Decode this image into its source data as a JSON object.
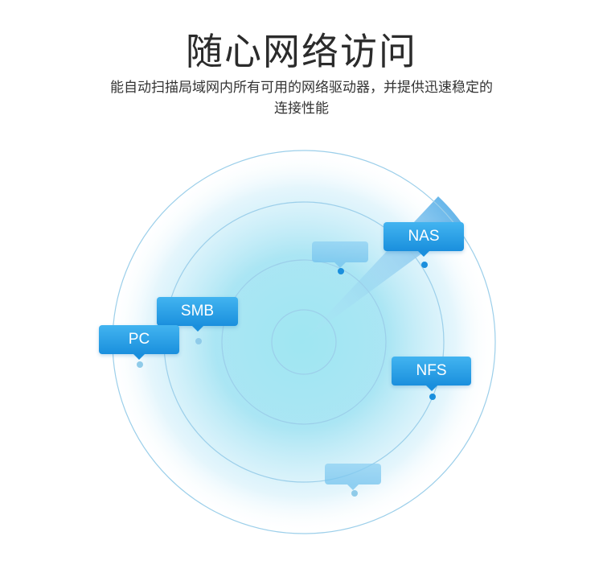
{
  "heading": {
    "title": "随心网络访问",
    "subtitle": "能自动扫描局域网内所有可用的网络驱动器，并提供迅速稳定的连接性能"
  },
  "radar": {
    "tags": [
      {
        "id": "nas",
        "label": "NAS"
      },
      {
        "id": "smb",
        "label": "SMB"
      },
      {
        "id": "pc",
        "label": "PC"
      },
      {
        "id": "nfs",
        "label": "NFS"
      }
    ]
  },
  "colors": {
    "accent": "#1a8fdd",
    "tag_top": "#42b4f0",
    "ring": "#9ccfea",
    "glow": "#8fe0f0"
  }
}
